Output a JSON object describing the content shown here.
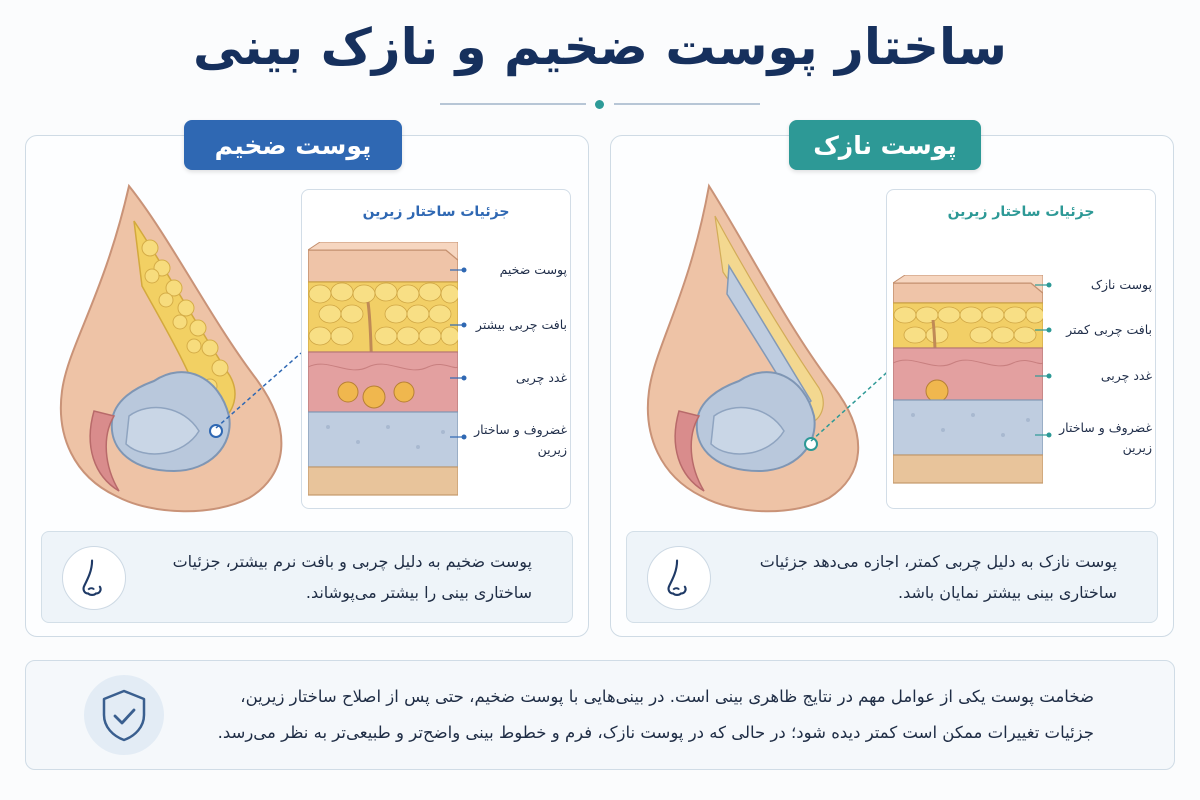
{
  "title": "ساختار پوست ضخیم و نازک بینی",
  "detail_title": "جزئیات ساختار زیرین",
  "thick": {
    "badge": "پوست ضخیم",
    "layers": [
      "پوست ضخیم",
      "بافت چربی بیشتر",
      "غدد چربی",
      "غضروف و ساختار زیرین"
    ],
    "description": "پوست ضخیم به دلیل چربی و بافت نرم بیشتر، جزئیات ساختاری بینی را بیشتر می‌پوشاند."
  },
  "thin": {
    "badge": "پوست نازک",
    "layers": [
      "پوست نازک",
      "بافت چربی کمتر",
      "غدد چربی",
      "غضروف و ساختار زیرین"
    ],
    "description": "پوست نازک به دلیل چربی کمتر، اجازه می‌دهد جزئیات ساختاری بینی بیشتر نمایان باشد."
  },
  "bottom_text": "ضخامت پوست یکی از عوامل مهم در نتایج ظاهری بینی است. در بینی‌هایی با پوست ضخیم، حتی پس از اصلاح ساختار زیرین، جزئیات تغییرات ممکن است کمتر دیده شود؛ در حالی که در پوست نازک، فرم و خطوط بینی واضح‌تر و طبیعی‌تر به نظر می‌رسد.",
  "icons": {
    "panel_icon": "nose-outline-icon",
    "bottom_icon": "shield-check-icon"
  },
  "colors": {
    "thick_accent": "#2f68b3",
    "thin_accent": "#2d9996",
    "title": "#16305d"
  }
}
